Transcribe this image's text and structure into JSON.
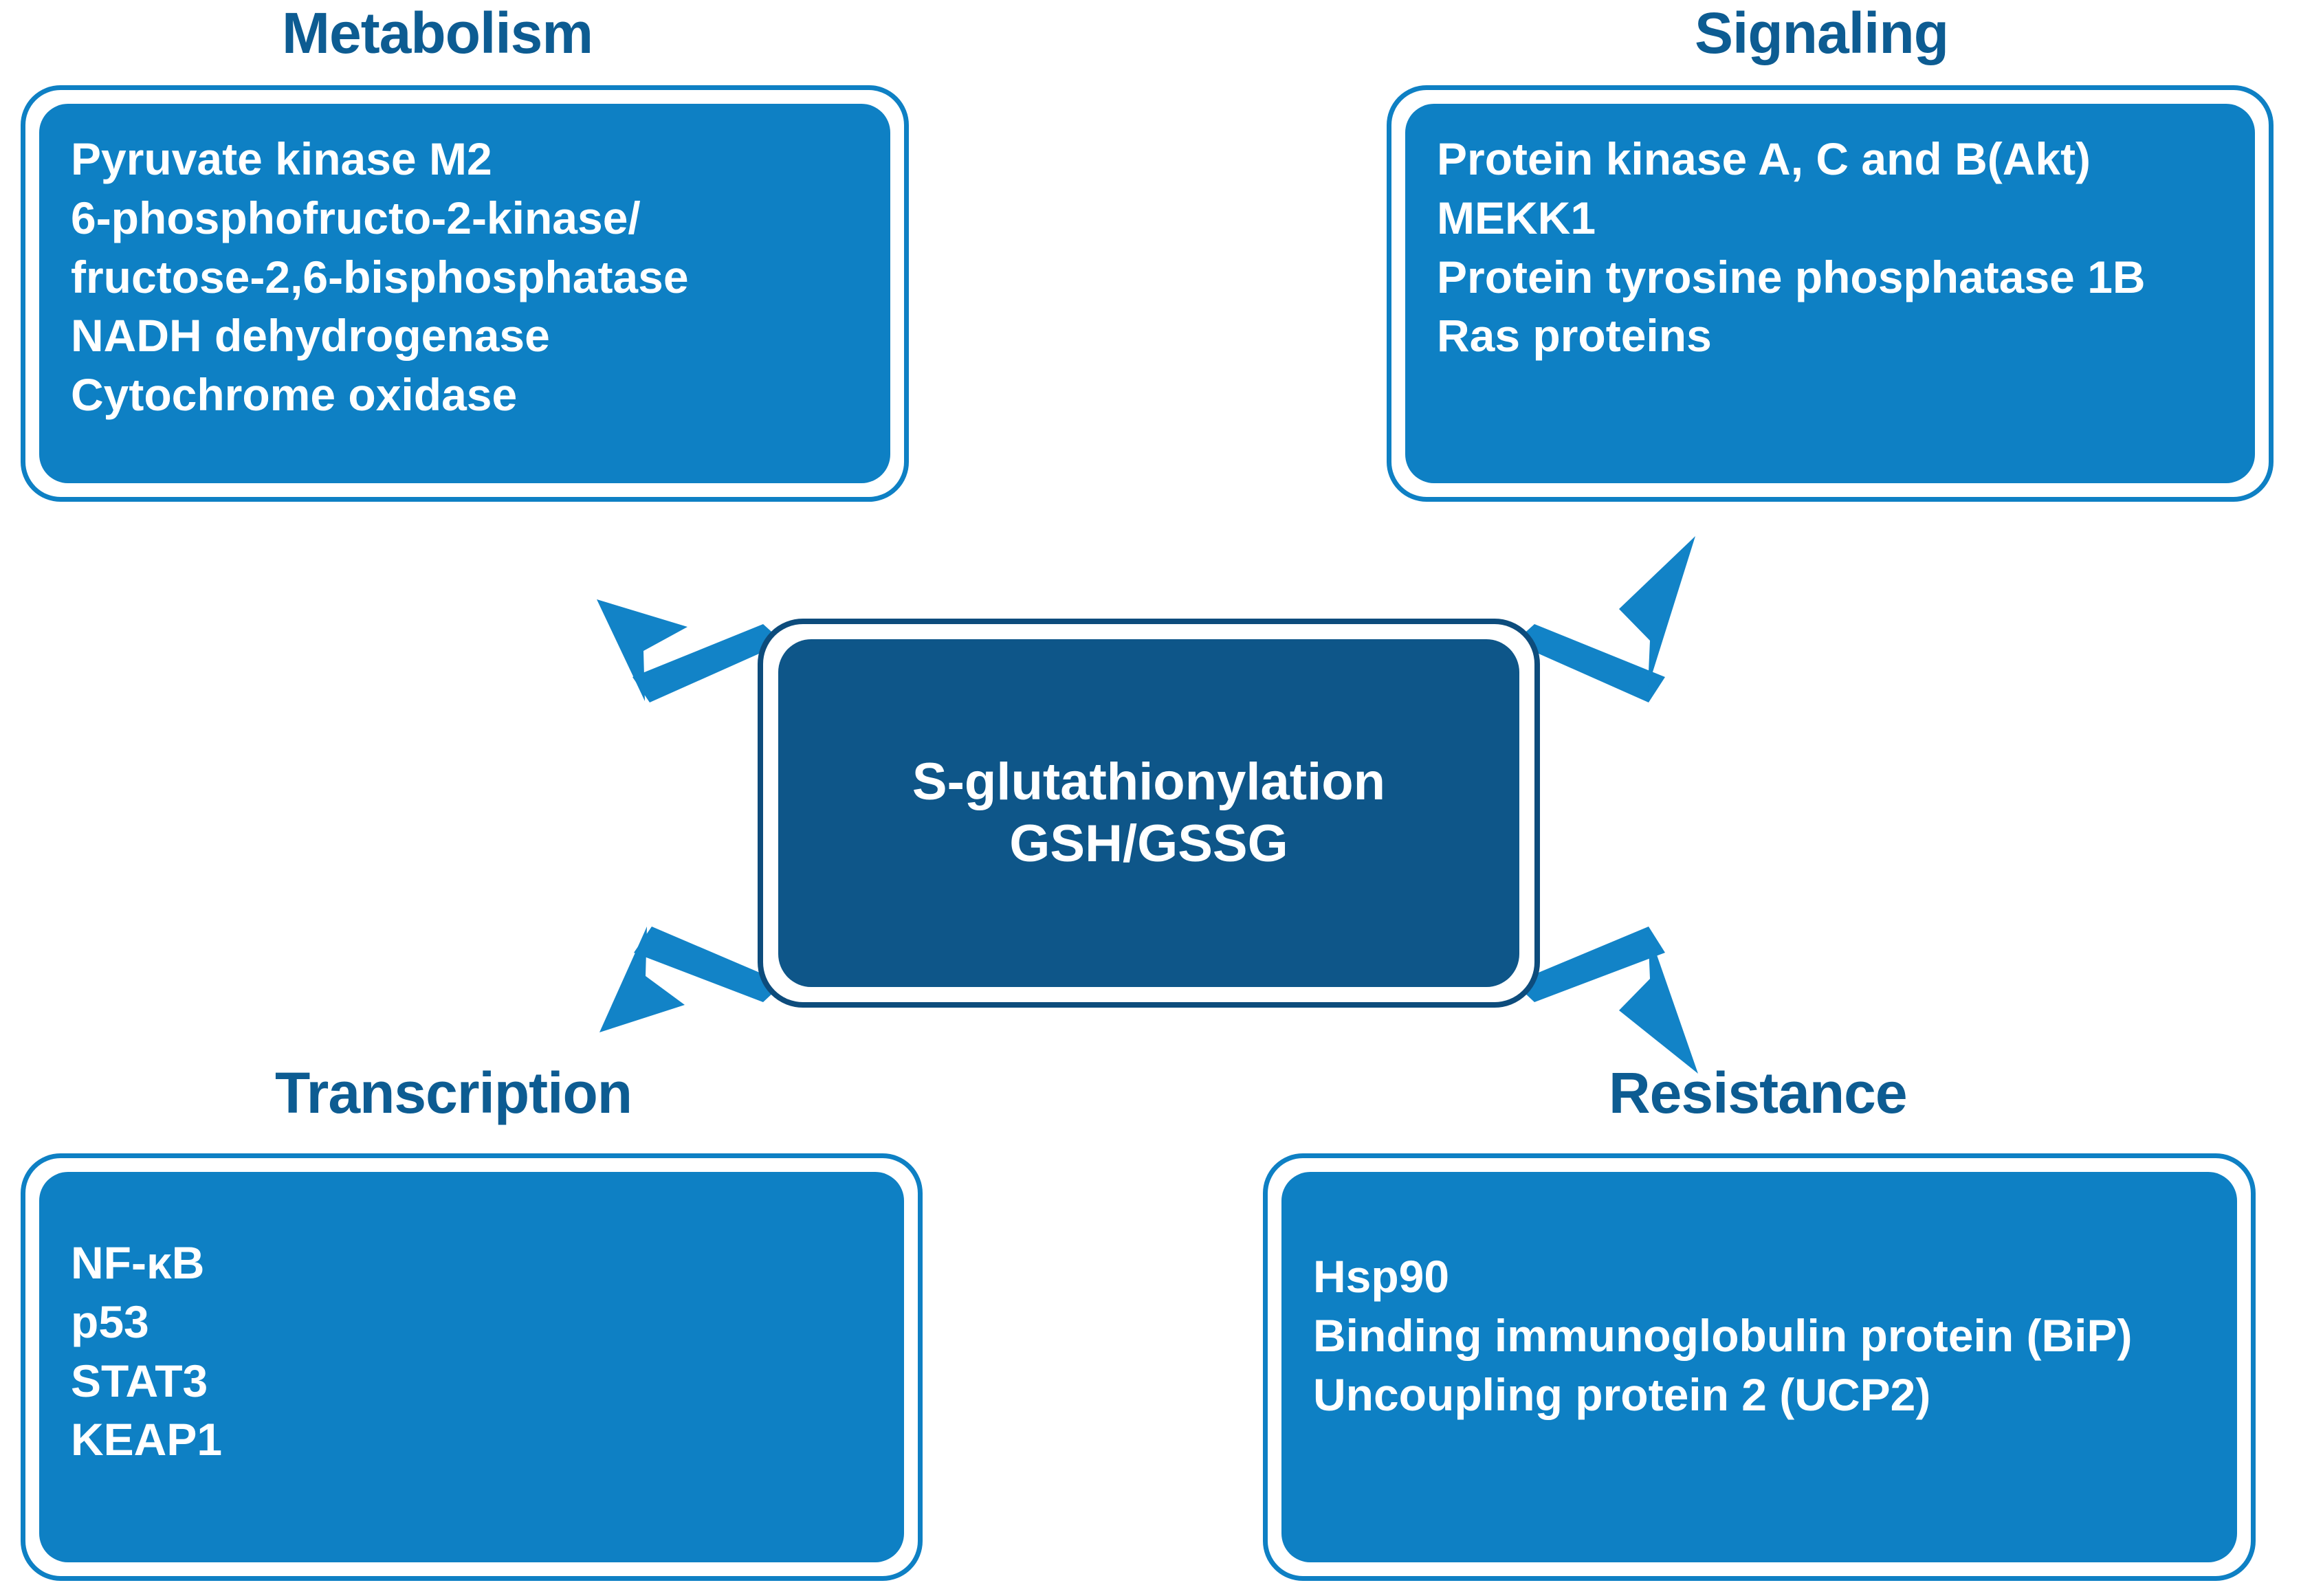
{
  "diagram": {
    "hub": {
      "line1": "S-glutathionylation",
      "line2": "GSH/GSSG",
      "fill_color": "#0e5689",
      "border_color": "#0d4c7c"
    },
    "arrow_color": "#1283c7",
    "title_color": "#0d5c92",
    "panel_color": "#0e80c4",
    "quadrants": [
      {
        "id": "metabolism",
        "title": "Metabolism",
        "position": "top-left",
        "items": [
          "Pyruvate kinase M2",
          "6-phosphofructo-2-kinase/",
          "fructose-2,6-bisphosphatase",
          "NADH dehydrogenase",
          "Cytochrome oxidase"
        ]
      },
      {
        "id": "signaling",
        "title": "Signaling",
        "position": "top-right",
        "items": [
          "Protein kinase A, C and B(Akt)",
          "MEKK1",
          "Protein tyrosine phosphatase 1B",
          "Ras proteins"
        ]
      },
      {
        "id": "transcription",
        "title": "Transcription",
        "position": "bottom-left",
        "items": [
          "NF-κB",
          "p53",
          "STAT3",
          "KEAP1"
        ]
      },
      {
        "id": "resistance",
        "title": "Resistance",
        "position": "bottom-right",
        "items": [
          "Hsp90",
          "Binding immunoglobulin protein (BiP)",
          "Uncoupling protein 2 (UCP2)"
        ]
      }
    ]
  }
}
